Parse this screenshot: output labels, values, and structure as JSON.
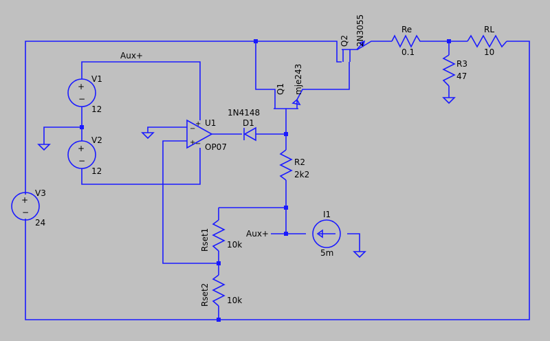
{
  "colors": {
    "background": "#c0c0c0",
    "wire": "#1a1aff",
    "text": "#000000"
  },
  "nets": {
    "aux_top": "Aux+",
    "aux_left": "Aux+"
  },
  "components": {
    "V1": {
      "name": "V1",
      "value": "12"
    },
    "V2": {
      "name": "V2",
      "value": "12"
    },
    "V3": {
      "name": "V3",
      "value": "24"
    },
    "U1": {
      "name": "U1",
      "model": "OP07"
    },
    "D1": {
      "name": "D1",
      "model": "1N4148"
    },
    "Q1": {
      "name": "Q1",
      "model": "mje243"
    },
    "Q2": {
      "name": "Q2",
      "model": "2N3055"
    },
    "Re": {
      "name": "Re",
      "value": "0.1"
    },
    "RL": {
      "name": "RL",
      "value": "10"
    },
    "R3": {
      "name": "R3",
      "value": "47"
    },
    "R2": {
      "name": "R2",
      "value": "2k2"
    },
    "Rset1": {
      "name": "Rset1",
      "value": "10k"
    },
    "Rset2": {
      "name": "Rset2",
      "value": "10k"
    },
    "I1": {
      "name": "I1",
      "value": "5m"
    }
  },
  "opamp_pins": {
    "minus": "−",
    "plus": "+"
  },
  "source_pins": {
    "plus": "+",
    "minus": "−"
  }
}
